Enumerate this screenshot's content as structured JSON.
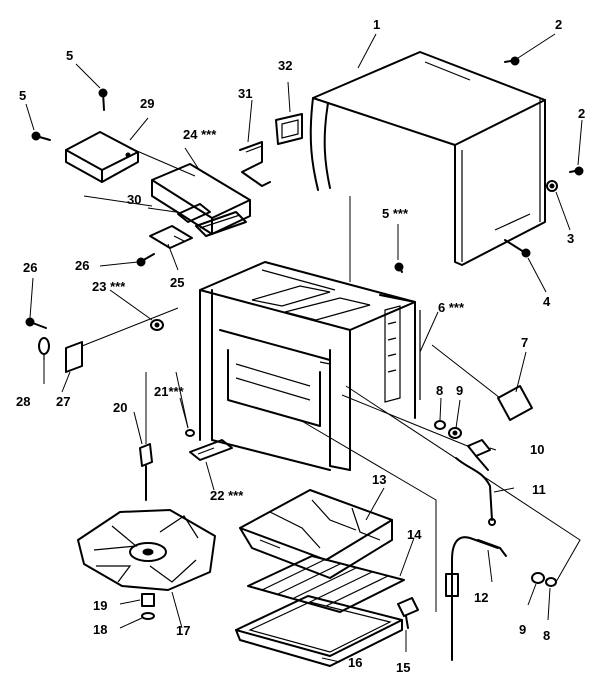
{
  "callouts": [
    {
      "id": "c1",
      "text": "1"
    },
    {
      "id": "c2a",
      "text": "2"
    },
    {
      "id": "c2b",
      "text": "2"
    },
    {
      "id": "c3",
      "text": "3"
    },
    {
      "id": "c4",
      "text": "4"
    },
    {
      "id": "c5a",
      "text": "5"
    },
    {
      "id": "c5b",
      "text": "5"
    },
    {
      "id": "c5c",
      "text": "5 ***"
    },
    {
      "id": "c6",
      "text": "6 ***"
    },
    {
      "id": "c7",
      "text": "7"
    },
    {
      "id": "c8a",
      "text": "8"
    },
    {
      "id": "c8b",
      "text": "8"
    },
    {
      "id": "c9a",
      "text": "9"
    },
    {
      "id": "c9b",
      "text": "9"
    },
    {
      "id": "c10",
      "text": "10"
    },
    {
      "id": "c11",
      "text": "11"
    },
    {
      "id": "c12",
      "text": "12"
    },
    {
      "id": "c13",
      "text": "13"
    },
    {
      "id": "c14",
      "text": "14"
    },
    {
      "id": "c15",
      "text": "15"
    },
    {
      "id": "c16",
      "text": "16"
    },
    {
      "id": "c17",
      "text": "17"
    },
    {
      "id": "c18",
      "text": "18"
    },
    {
      "id": "c19",
      "text": "19"
    },
    {
      "id": "c20",
      "text": "20"
    },
    {
      "id": "c21",
      "text": "21***"
    },
    {
      "id": "c22",
      "text": "22 ***"
    },
    {
      "id": "c23",
      "text": "23 ***"
    },
    {
      "id": "c24",
      "text": "24 ***"
    },
    {
      "id": "c25",
      "text": "25"
    },
    {
      "id": "c26a",
      "text": "26"
    },
    {
      "id": "c26b",
      "text": "26"
    },
    {
      "id": "c27",
      "text": "27"
    },
    {
      "id": "c28",
      "text": "28"
    },
    {
      "id": "c29",
      "text": "29"
    },
    {
      "id": "c30",
      "text": "30"
    },
    {
      "id": "c31",
      "text": "31"
    },
    {
      "id": "c32",
      "text": "32"
    }
  ]
}
